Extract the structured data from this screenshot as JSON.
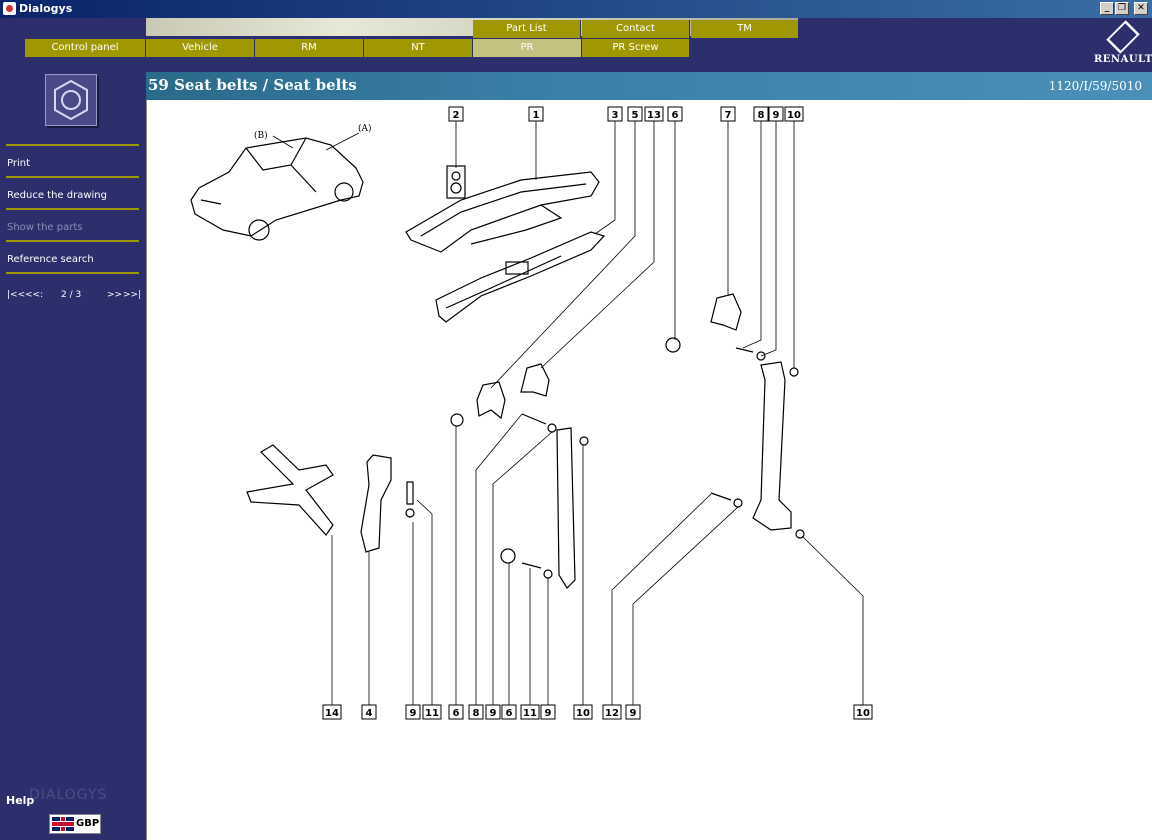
{
  "window": {
    "title": "Dialogys"
  },
  "top_tabs": [
    {
      "label": "Part List"
    },
    {
      "label": "Contact"
    },
    {
      "label": "TM"
    }
  ],
  "main_tabs": [
    {
      "label": "Control panel"
    },
    {
      "label": "Vehicle"
    },
    {
      "label": "RM"
    },
    {
      "label": "NT"
    },
    {
      "label": "PR",
      "active": true
    },
    {
      "label": "PR Screw"
    }
  ],
  "brand": {
    "logo_text": "RENAULT",
    "watermark": "DIALOGYS"
  },
  "sidebar": {
    "items": [
      {
        "label": "Print"
      },
      {
        "label": "Reduce the drawing"
      },
      {
        "label": "Show the parts"
      },
      {
        "label": "Reference search"
      }
    ],
    "pager": {
      "first": "|<<",
      "prev": "<<:",
      "current": "2 / 3",
      "next": ">>",
      "last": ">>|"
    },
    "help_label": "Help",
    "language": "GBP"
  },
  "document": {
    "title": "59 Seat belts / Seat belts",
    "reference": "1120/I/59/5010",
    "callouts_top": [
      "2",
      "1",
      "3",
      "5",
      "13",
      "6",
      "7",
      "8",
      "9",
      "10"
    ],
    "callouts_bottom": [
      "14",
      "4",
      "9",
      "11",
      "6",
      "8",
      "9",
      "6",
      "11",
      "9",
      "10",
      "12",
      "9",
      "10"
    ],
    "car_labels": [
      "(B)",
      "(A)"
    ]
  },
  "colors": {
    "accent": "#a09800",
    "sidebar": "#2c2f6c",
    "header": "#3a7fa8"
  }
}
